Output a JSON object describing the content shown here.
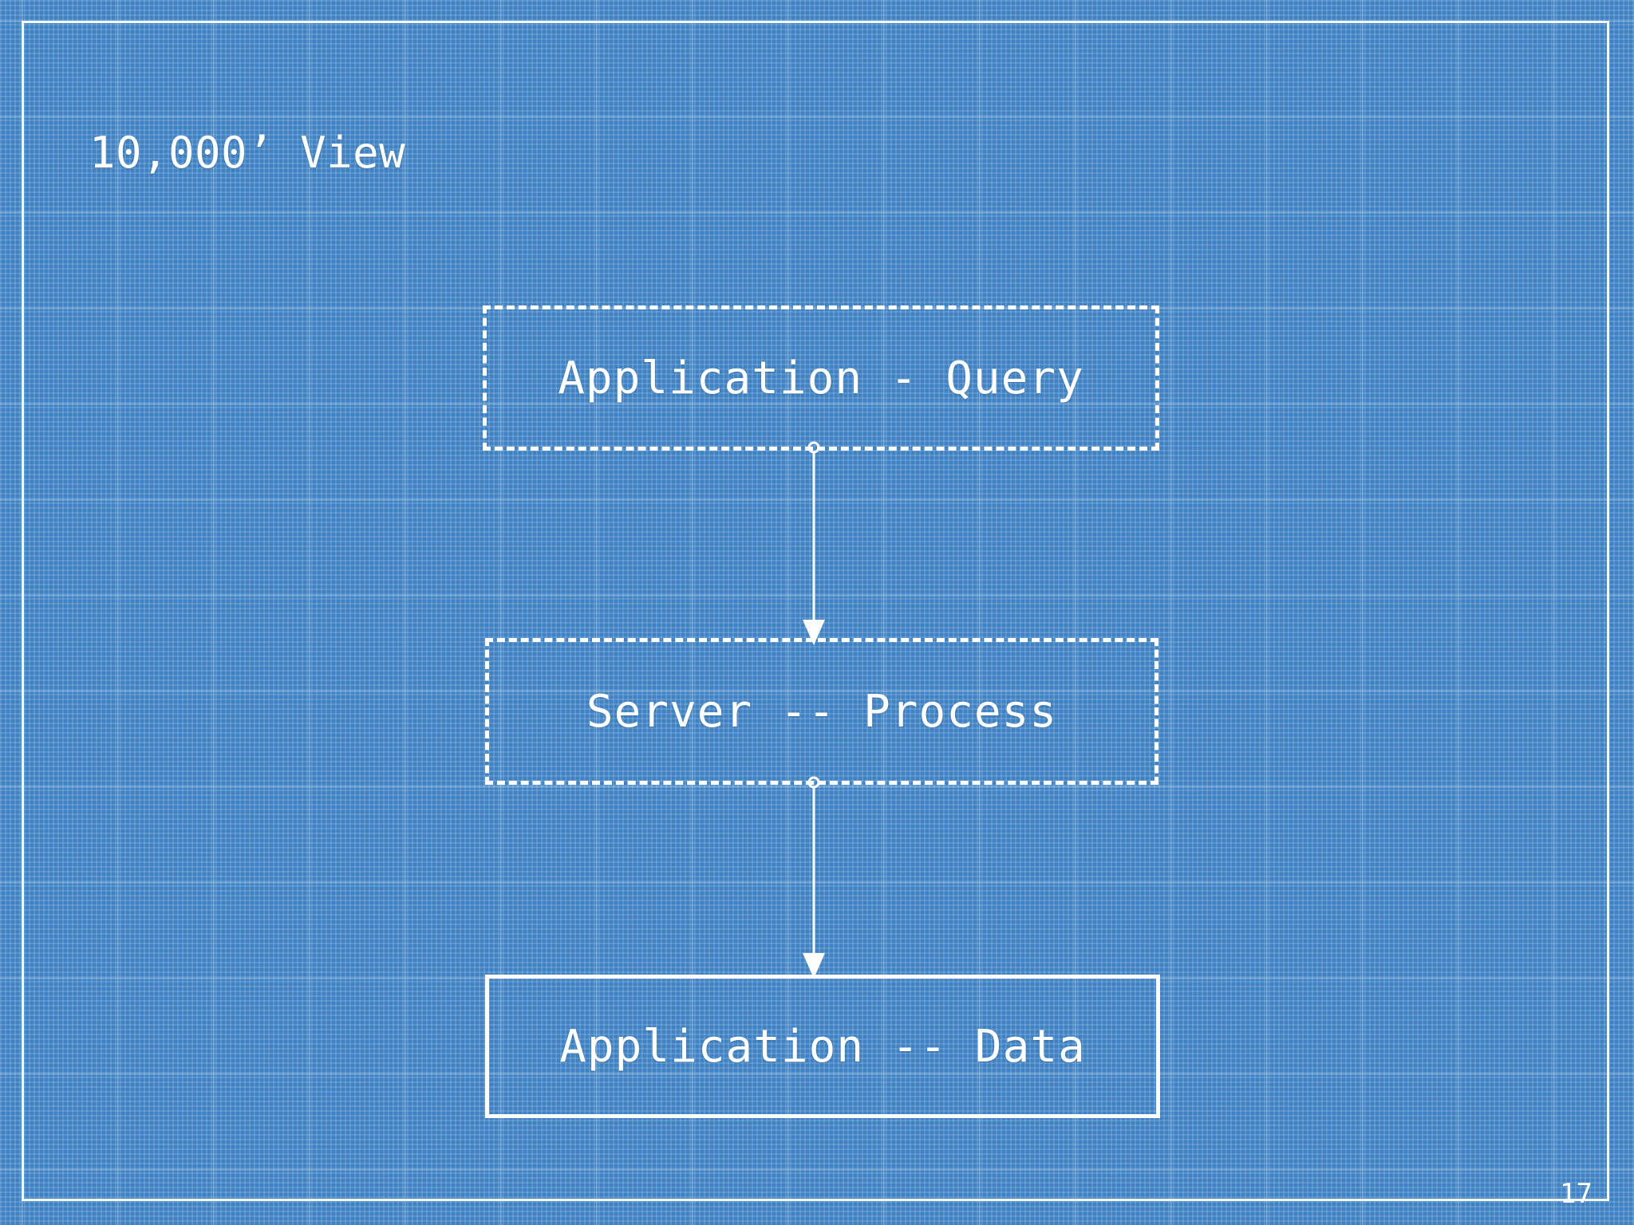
{
  "slide": {
    "title": "10,000’ View",
    "page_number": "17",
    "background_color": "#3f82c3",
    "ink_color": "#ffffff",
    "style": "blueprint-grid"
  },
  "diagram": {
    "type": "flowchart",
    "direction": "top-to-bottom",
    "nodes": [
      {
        "id": "query",
        "label": "Application - Query",
        "border": "dashed"
      },
      {
        "id": "process",
        "label": "Server -- Process",
        "border": "dashed"
      },
      {
        "id": "data",
        "label": "Application -- Data",
        "border": "solid"
      }
    ],
    "edges": [
      {
        "id": "edge-1",
        "from": "query",
        "to": "process",
        "label": "",
        "arrowhead": "filled-triangle",
        "tail": "open-circle"
      },
      {
        "id": "edge-2",
        "from": "process",
        "to": "data",
        "label": "",
        "arrowhead": "filled-triangle",
        "tail": "open-circle"
      }
    ]
  }
}
